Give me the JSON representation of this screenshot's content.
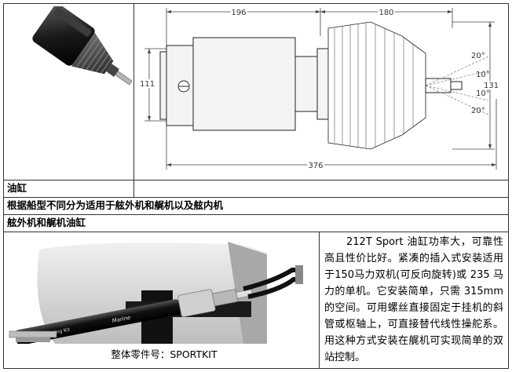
{
  "table": {
    "row_oil_cylinder": "油缸",
    "row_selection": "根据船型不同分为适用于舷外机和艉机以及舷内机",
    "row_outboard": "舷外机和艉机油缸"
  },
  "drawing": {
    "dim_top_left": "196",
    "dim_top_right": "180",
    "dim_height_left": "111",
    "dim_height_right": "131",
    "dim_total_length": "376",
    "angle_upper_outer": "20°",
    "angle_upper_inner": "10°",
    "angle_lower_inner": "10°",
    "angle_lower_outer": "20°"
  },
  "product": {
    "part_number_label": "整体零件号：SPORTKIT",
    "description": "212T Sport 油缸功率大，可靠性高且性价比好。紧凑的插入式安装适用于150马力双机(可反向旋转)或 235 马力的单机。它安装简单，只需 315mm 的空间。可用螺丝直接固定于挂机的斜管或枢轴上，可直接替代线性操舵系。用这种方式安装在艉机可实现简单的双站控制。",
    "cylinder_brand": "Marine",
    "cylinder_tag": "Steering Kit"
  },
  "colors": {
    "border": "#333333",
    "cylinder_black": "#111111",
    "metal_gray": "#9a9a9a"
  }
}
